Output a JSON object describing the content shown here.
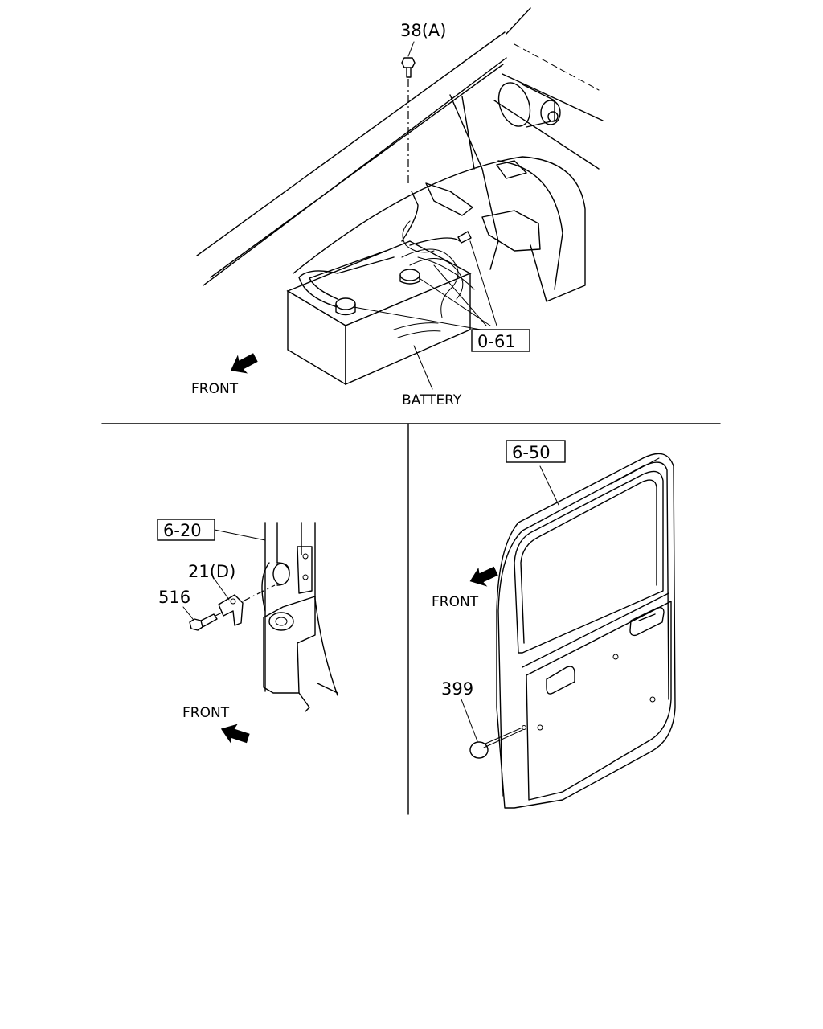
{
  "top_panel": {
    "callouts": [
      {
        "text": "38(A)",
        "boxed": false
      },
      {
        "text": "0-61",
        "boxed": true
      }
    ],
    "labels": {
      "battery": "BATTERY",
      "front": "FRONT"
    }
  },
  "left_panel": {
    "callouts": [
      {
        "text": "6-20",
        "boxed": true
      },
      {
        "text": "21(D)",
        "boxed": false
      },
      {
        "text": "516",
        "boxed": false
      }
    ],
    "labels": {
      "front": "FRONT"
    }
  },
  "right_panel": {
    "callouts": [
      {
        "text": "6-50",
        "boxed": true
      },
      {
        "text": "399",
        "boxed": false
      }
    ],
    "labels": {
      "front": "FRONT"
    }
  }
}
